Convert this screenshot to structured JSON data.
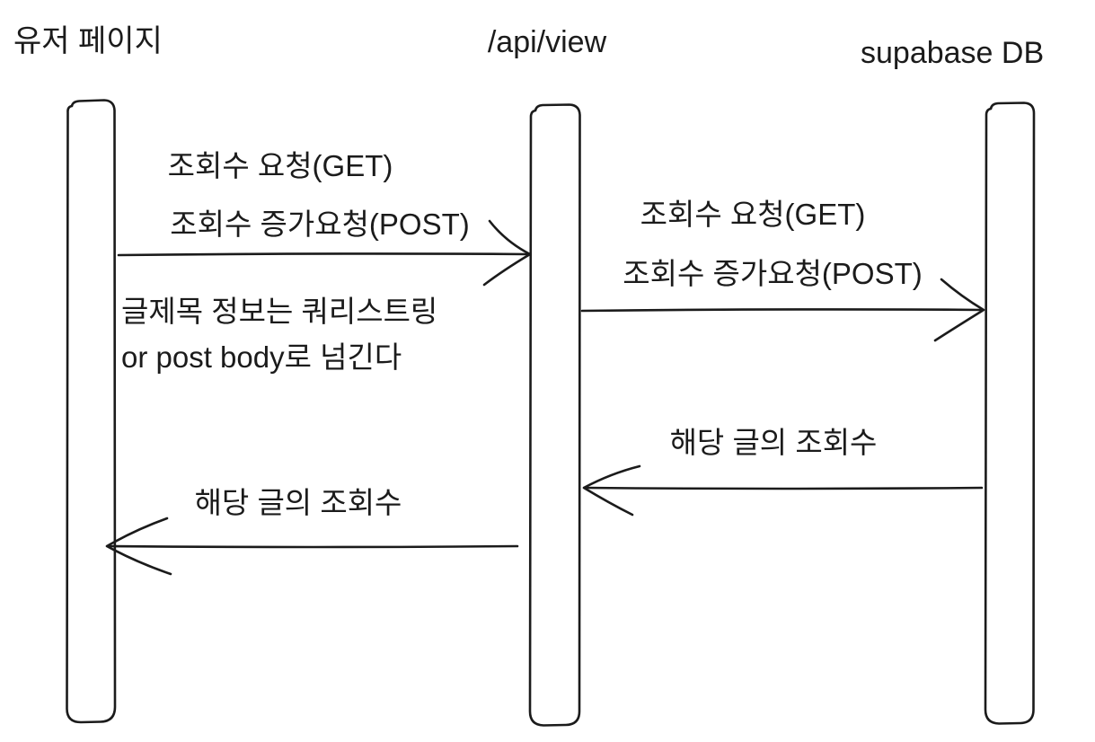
{
  "diagram": {
    "type": "sequence-diagram",
    "style": "hand-drawn",
    "colors": {
      "background": "#ffffff",
      "stroke": "#1b1b1b"
    },
    "actors": [
      {
        "id": "user-page",
        "label": "유저 페이지"
      },
      {
        "id": "api-view",
        "label": "/api/view"
      },
      {
        "id": "supabase-db",
        "label": "supabase DB"
      }
    ],
    "messages": [
      {
        "from": "user-page",
        "to": "api-view",
        "direction": "right",
        "lines": [
          "조회수 요청(GET)",
          "조회수 증가요청(POST)"
        ]
      },
      {
        "from": "api-view",
        "to": "supabase-db",
        "direction": "right",
        "lines": [
          "조회수 요청(GET)",
          "조회수 증가요청(POST)"
        ]
      },
      {
        "from": "supabase-db",
        "to": "api-view",
        "direction": "left",
        "lines": [
          "해당 글의 조회수"
        ]
      },
      {
        "from": "api-view",
        "to": "user-page",
        "direction": "left",
        "lines": [
          "해당 글의 조회수"
        ]
      }
    ],
    "note": {
      "lines": [
        "글제목 정보는 쿼리스트링",
        "or post body로 넘긴다"
      ]
    }
  }
}
